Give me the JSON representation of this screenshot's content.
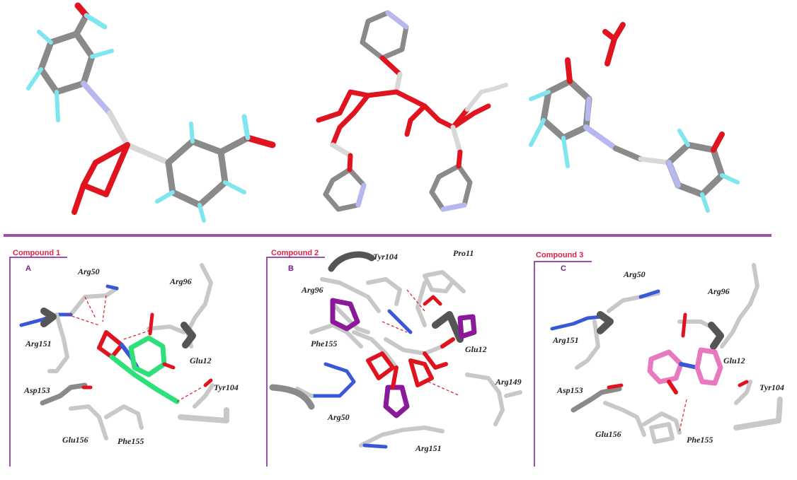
{
  "colors": {
    "divider": "#a050a8",
    "panel_frame": "#7a1a8c",
    "label_red": "#e0204a",
    "carbon": "#8a8a8a",
    "hydrogen": "#7fe6f0",
    "nitrogen": "#b8b8f0",
    "oxygen": "#e0141e",
    "metal": "#d8d8d8",
    "ligand_green": "#2ee07a",
    "ligand_purple": "#8a1a9a",
    "ligand_pink": "#e878c0",
    "hbond": "#e0141e"
  },
  "panels": [
    {
      "title": "Compound 1",
      "letter": "A",
      "residues": [
        "Arg50",
        "Arg96",
        "Arg151",
        "Glu12",
        "Asp153",
        "Tyr104",
        "Glu156",
        "Phe155"
      ]
    },
    {
      "title": "Compound 2",
      "letter": "B",
      "residues": [
        "Tyr104",
        "Pro11",
        "Arg96",
        "Phe155",
        "Glu12",
        "Arg149",
        "Arg50",
        "Arg151"
      ]
    },
    {
      "title": "Compound 3",
      "letter": "C",
      "residues": [
        "Arg50",
        "Arg96",
        "Arg151",
        "Glu12",
        "Asp153",
        "Tyr104",
        "Glu156",
        "Phe155"
      ]
    }
  ]
}
